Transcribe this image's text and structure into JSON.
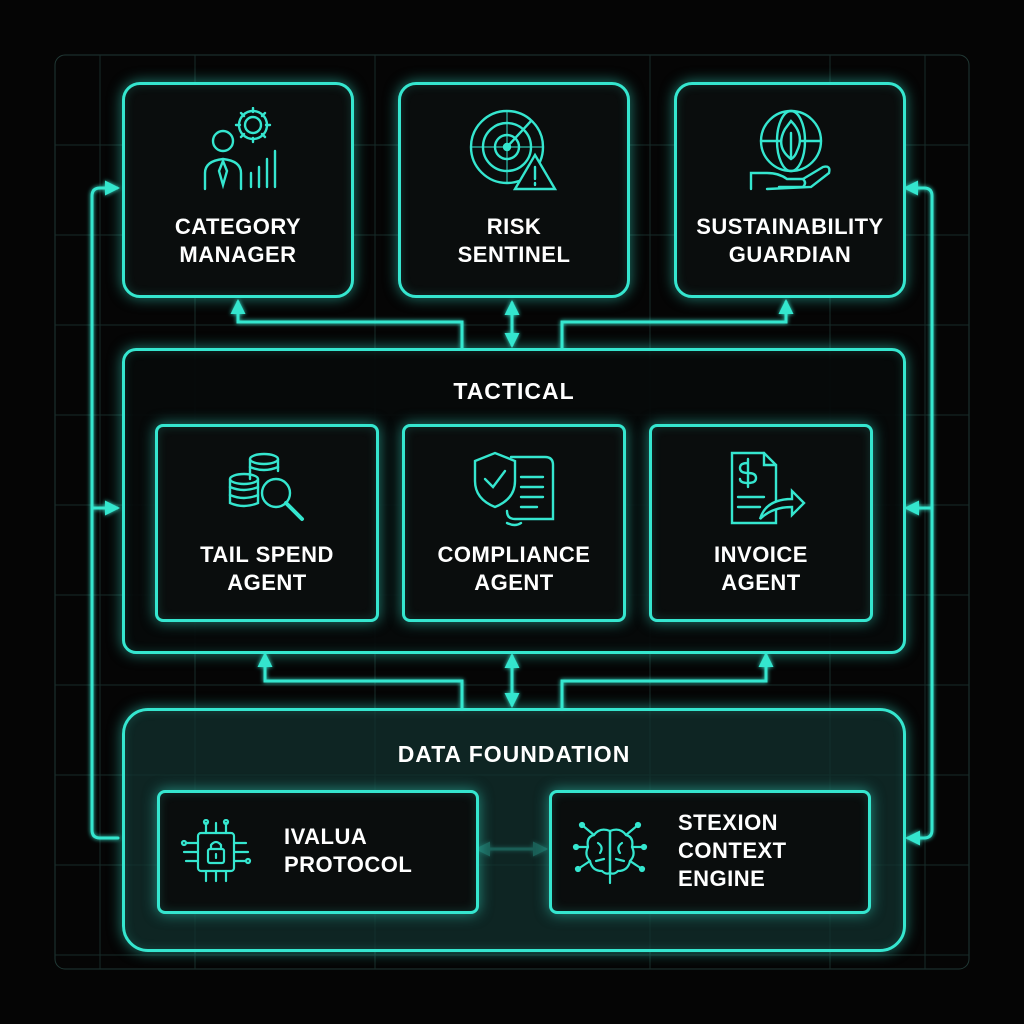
{
  "colors": {
    "accent": "#35e6cf",
    "background": "#050505",
    "text": "#ffffff"
  },
  "top_row": [
    {
      "icon": "manager-gear-chart-icon",
      "lines": [
        "CATEGORY",
        "MANAGER"
      ]
    },
    {
      "icon": "radar-warning-icon",
      "lines": [
        "RISK",
        "SENTINEL"
      ]
    },
    {
      "icon": "globe-leaf-hand-icon",
      "lines": [
        "SUSTAINABILITY",
        "GUARDIAN"
      ]
    }
  ],
  "tactical": {
    "title": "TACTICAL",
    "agents": [
      {
        "icon": "coins-magnifier-icon",
        "lines": [
          "TAIL SPEND",
          "AGENT"
        ]
      },
      {
        "icon": "shield-document-icon",
        "lines": [
          "COMPLIANCE",
          "AGENT"
        ]
      },
      {
        "icon": "invoice-arrow-icon",
        "lines": [
          "INVOICE",
          "AGENT"
        ]
      }
    ]
  },
  "foundation": {
    "title": "DATA FOUNDATION",
    "blocks": [
      {
        "icon": "chip-lock-icon",
        "lines": [
          "IVALUA",
          "PROTOCOL"
        ]
      },
      {
        "icon": "brain-circuit-icon",
        "lines": [
          "STEXION",
          "CONTEXT",
          "ENGINE"
        ]
      }
    ]
  }
}
